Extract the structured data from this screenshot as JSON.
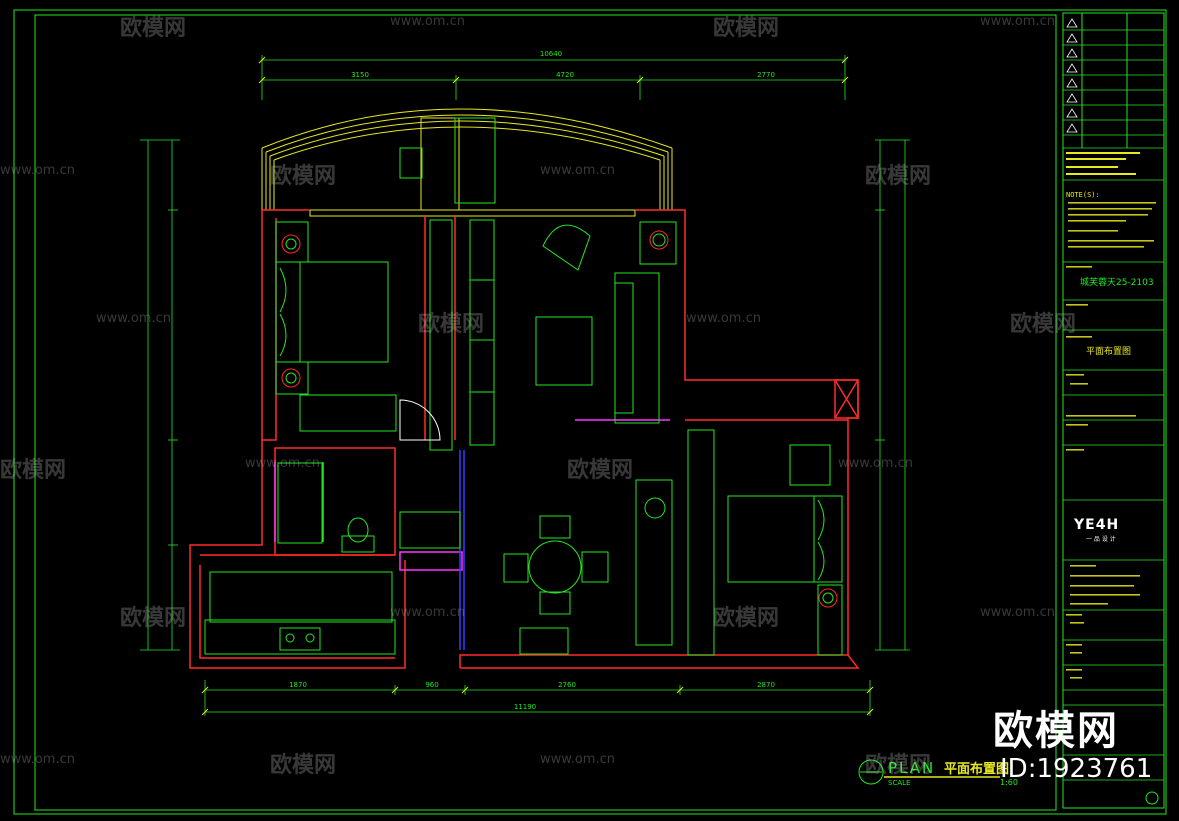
{
  "colors": {
    "wall": "#ff2a2a",
    "furniture": "#22e822",
    "dimension": "#22e822",
    "curve": "#e8e820",
    "accent": "#ff33ff",
    "blue": "#3a3aff",
    "white": "#ffffff",
    "cyan": "#22d8d8",
    "border": "#22e822"
  },
  "dimensions": {
    "top_total": "10640",
    "top_left": "3150",
    "top_mid": "4720",
    "top_right": "2770",
    "bottom_1": "1870",
    "bottom_2": "960",
    "bottom_3": "2760",
    "bottom_4": "2870",
    "bottom_total": "11190"
  },
  "title_block": {
    "project_name": "城芙蓉天25-2103",
    "drawing_name": "平面布置图",
    "logo": "YE4H",
    "logo_sub": "一 品 设 计",
    "notes_heading": "NOTE(S):"
  },
  "footer": {
    "plan_label": "PLAN",
    "plan_title": "平面布置图",
    "scale_label": "SCALE",
    "scale_value": "1:60"
  },
  "watermark": {
    "brand": "欧模网",
    "url": "www.om.cn",
    "big_brand": "欧模网",
    "id_text": "ID:1923761"
  }
}
